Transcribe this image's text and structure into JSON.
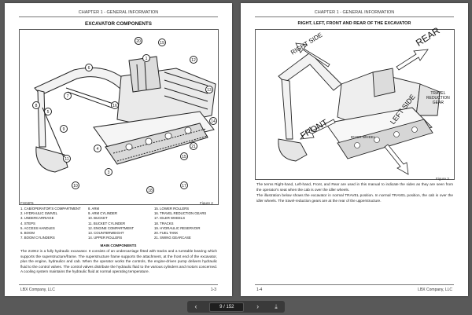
{
  "left_page": {
    "header": "CHAPTER 1 - GENERAL INFORMATION",
    "title": "EXCAVATOR COMPONENTS",
    "figure_code": "FH04F5",
    "figure_label": "Figure 2",
    "callouts": [
      "1",
      "2",
      "3",
      "4",
      "5",
      "6",
      "7",
      "8",
      "9",
      "10",
      "11",
      "12",
      "13",
      "14",
      "15",
      "16",
      "17",
      "18",
      "19",
      "20",
      "21"
    ],
    "legend": [
      [
        "1. CAB/OPERATOR'S COMPARTMENT",
        "2. HYDRAULIC SWIVEL",
        "3. UNDERCARRIAGE",
        "4. STEPS",
        "5. ACCESS HANDLES",
        "6. BOOM",
        "7. BOOM CYLINDERS"
      ],
      [
        "8. ARM",
        "9. ARM CYLINDER",
        "10. BUCKET",
        "11. BUCKET CYLINDER",
        "12. ENGINE COMPARTMENT",
        "13. COUNTERWEIGHT",
        "14. UPPER ROLLERS"
      ],
      [
        "15. LOWER ROLLERS",
        "16. TRAVEL REDUCTION GEARS",
        "17. IDLER WHEELS",
        "18. TRACKS",
        "19. HYDRAULIC RESERVOIR",
        "20. FUEL TANK",
        "21. SWING GEARCASE"
      ]
    ],
    "sub_heading": "MAIN COMPONENTS",
    "paragraph": "The 210K2 is a fully hydraulic excavator. It consists of an undercarriage fitted with tracks and a turntable bearing which supports the superstructure/frame. The superstructure frame supports the attachment, at the front end of the excavator, plus the engine, hydraulics and cab. When the operator works the controls, the engine-driven pump delivers hydraulic fluid to the control valves. The control valves distribute the hydraulic fluid to the various cylinders and motors concerned. A cooling system maintains the hydraulic fluid at normal operating temperature.",
    "footer_left": "LBX Company, LLC",
    "footer_right": "1-3"
  },
  "right_page": {
    "header": "CHAPTER 1 - GENERAL INFORMATION",
    "title": "RIGHT, LEFT, FRONT AND REAR OF THE EXCAVATOR",
    "arrows": {
      "right_side": "RIGHT SIDE",
      "rear": "REAR",
      "front": "FRONT",
      "left_side": "LEFT SIDE",
      "travel_gear": [
        "TRAVEL",
        "REDUCTION",
        "GEAR"
      ],
      "idler_wheel": "IDLER WHEEL"
    },
    "figure_label": "Figure 3",
    "paragraph1": "The terms Right-hand, Left-hand, Front, and Rear are used in this manual to indicate the sides as they are seen from the operator's seat when the cab is over the idler wheels.",
    "paragraph2": "The illustration below shows the excavator in normal TRAVEL position. In normal TRAVEL position, the cab is over the idler wheels. The travel-reduction gears are at the rear of the upperstructure.",
    "footer_left": "1-4",
    "footer_right": "LBX Company, LLC"
  },
  "toolbar": {
    "prev_icon": "chevron-left-icon",
    "next_icon": "chevron-right-icon",
    "page_value": "9",
    "page_total": "/ 152",
    "download_icon": "download-icon"
  }
}
